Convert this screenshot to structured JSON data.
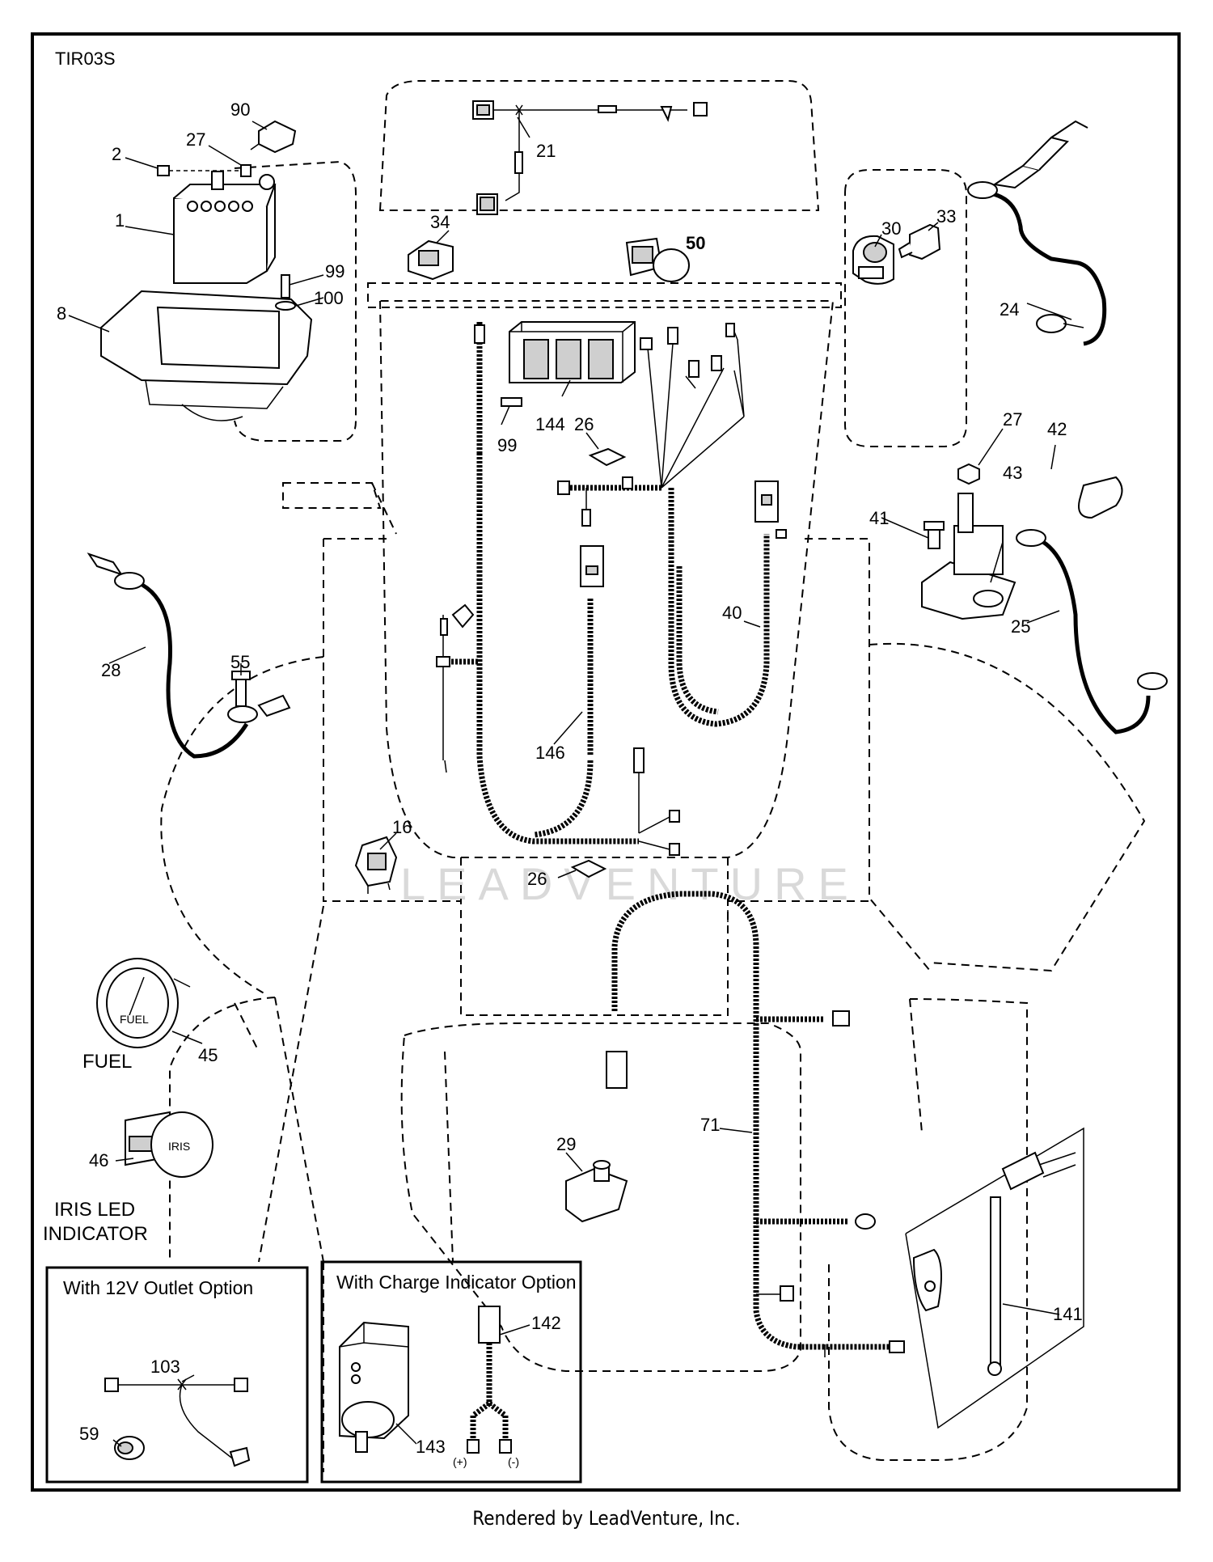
{
  "diagram_code": "TIR03S",
  "footer": "Rendered by LeadVenture, Inc.",
  "watermark": "LEADVENTURE",
  "callouts": {
    "c1": "1",
    "c2": "2",
    "c8": "8",
    "c16": "16",
    "c21": "21",
    "c24": "24",
    "c25": "25",
    "c26a": "26",
    "c26b": "26",
    "c27a": "27",
    "c27b": "27",
    "c28": "28",
    "c29": "29",
    "c30": "30",
    "c33": "33",
    "c34": "34",
    "c40": "40",
    "c41": "41",
    "c42": "42",
    "c43": "43",
    "c45": "45",
    "c46": "46",
    "c50": "50",
    "c55": "55",
    "c59": "59",
    "c71": "71",
    "c90": "90",
    "c99a": "99",
    "c99b": "99",
    "c100": "100",
    "c103": "103",
    "c141": "141",
    "c142": "142",
    "c143": "143",
    "c144": "144",
    "c146": "146"
  },
  "captions": {
    "fuel": "FUEL",
    "iris_line1": "IRIS LED",
    "iris_line2": "INDICATOR",
    "gauge_face": "FUEL",
    "iris_face": "IRIS"
  },
  "option_boxes": {
    "outlet_title": "With 12V Outlet Option",
    "charge_title": "With Charge Indicator Option",
    "plus": "(+)",
    "minus": "(-)"
  }
}
